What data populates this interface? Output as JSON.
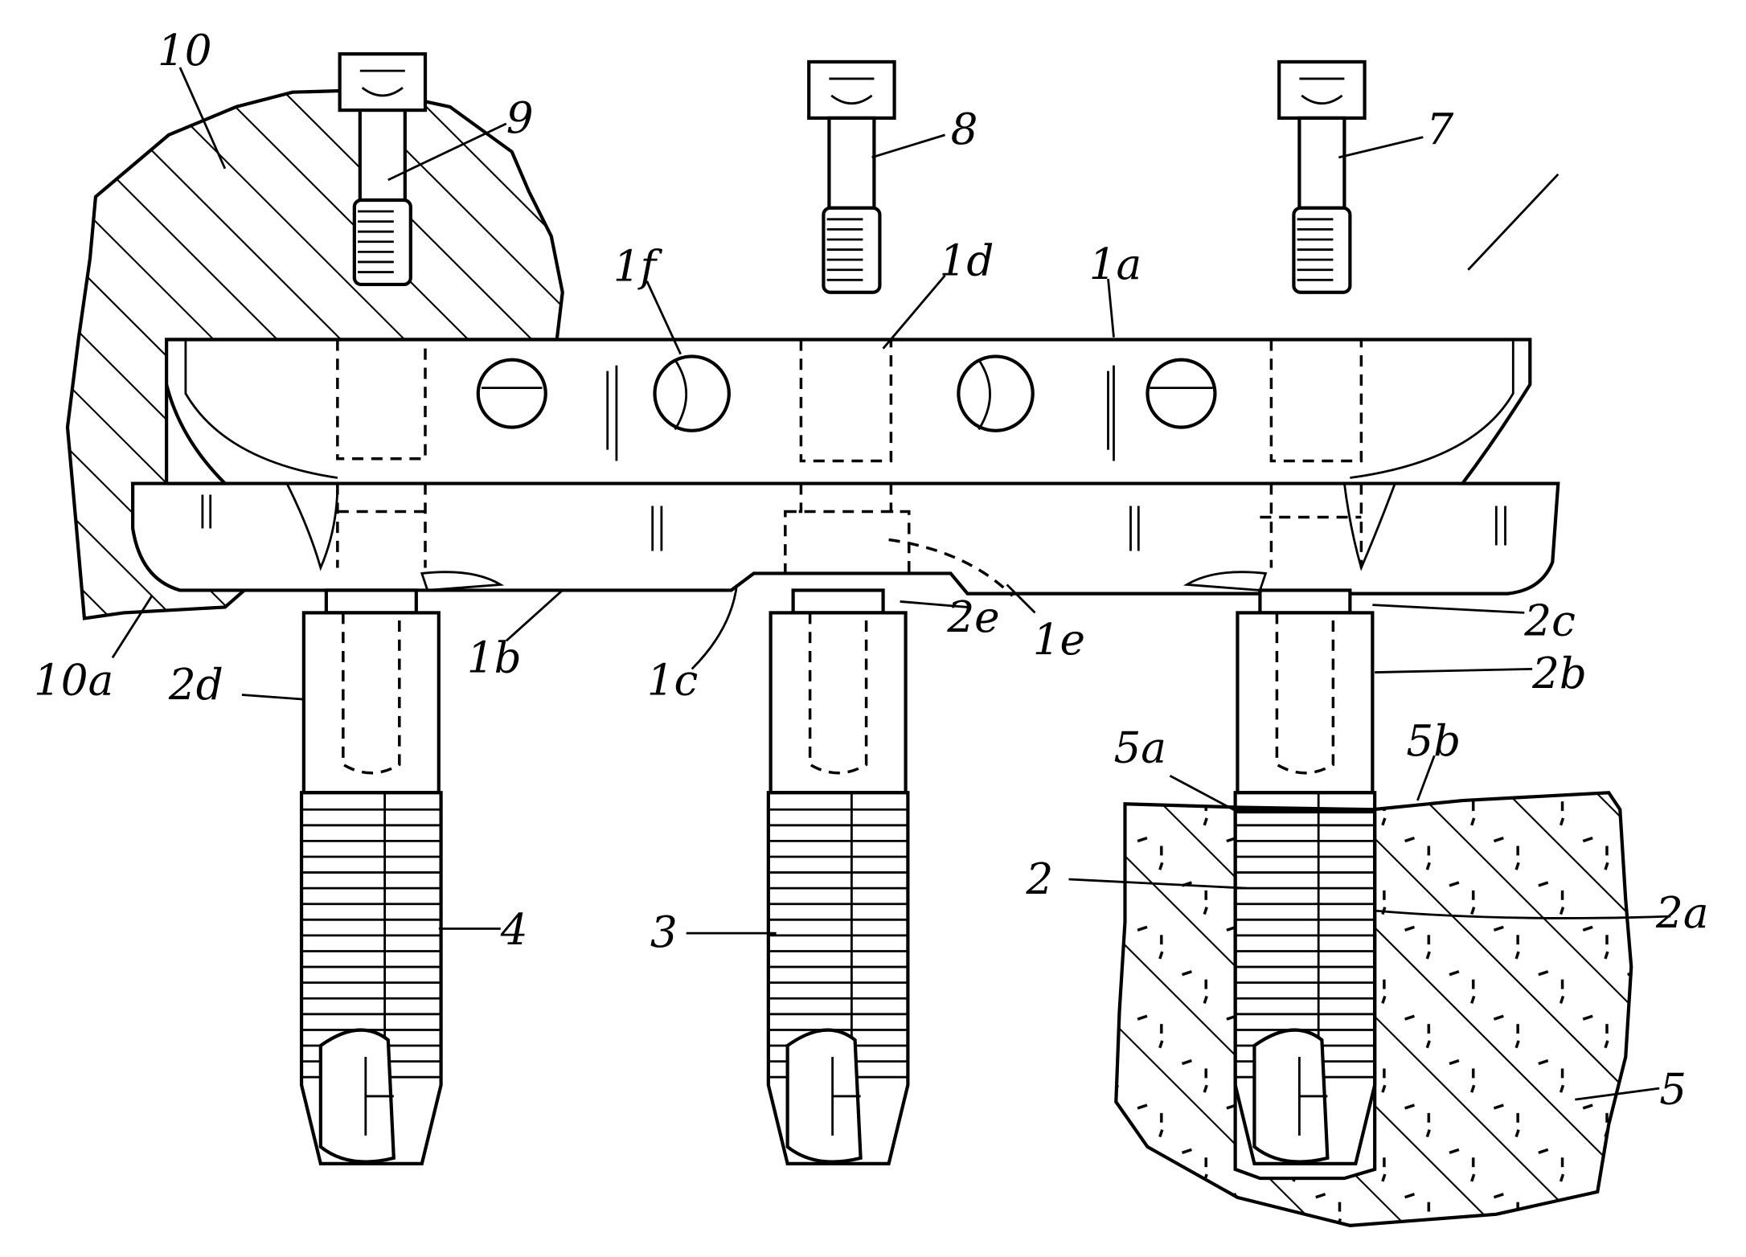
{
  "figure": {
    "labels": {
      "l10": "10",
      "l9": "9",
      "l8": "8",
      "l7": "7",
      "l1f": "1f",
      "l1d": "1d",
      "l1a": "1a",
      "l10a": "10a",
      "l2d": "2d",
      "l1b": "1b",
      "l1c": "1c",
      "l2e": "2e",
      "l1e": "1e",
      "l2c": "2c",
      "l2b": "2b",
      "l5a": "5a",
      "l5b": "5b",
      "l2": "2",
      "l2a": "2a",
      "l4": "4",
      "l3": "3",
      "l5": "5"
    }
  }
}
